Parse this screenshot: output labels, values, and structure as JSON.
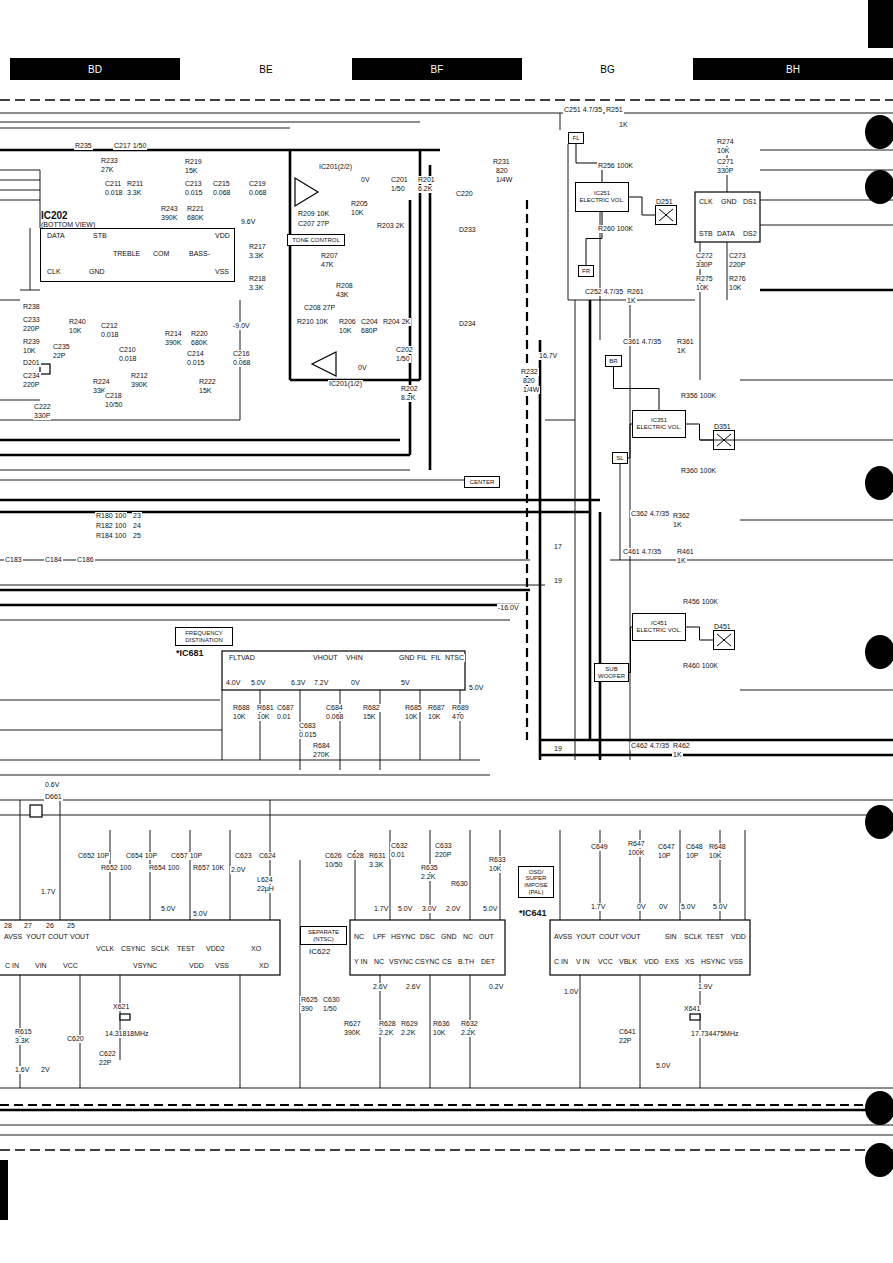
{
  "diagram": {
    "nodes": [
      {
        "text": [
          "BD"
        ]
      },
      {
        "text": [
          "BE"
        ]
      },
      {
        "text": [
          "BF"
        ]
      },
      {
        "text": [
          "BG"
        ]
      },
      {
        "text": [
          "BH"
        ]
      },
      {
        "text": [
          "IC202",
          "(BOTTOM VIEW)"
        ]
      },
      {
        "text": [
          "TONE CONTROL"
        ]
      },
      {
        "text": [
          "FL"
        ]
      },
      {
        "text": [
          "IC251",
          "ELECTRIC VOL."
        ]
      },
      {
        "text": [
          "FR"
        ]
      },
      {
        "text": [
          "D251"
        ]
      },
      {
        "text": [
          "BR"
        ]
      },
      {
        "text": [
          "IC351",
          "ELECTRIC VOL."
        ]
      },
      {
        "text": [
          "D351"
        ]
      },
      {
        "text": [
          "SL"
        ]
      },
      {
        "text": [
          "CENTER"
        ]
      },
      {
        "text": [
          "IC451",
          "ELECTRIC VOL."
        ]
      },
      {
        "text": [
          "D451"
        ]
      },
      {
        "text": [
          "SUB WOOFER"
        ]
      },
      {
        "text": [
          "FREQUENCY DISTINATION"
        ]
      },
      {
        "text": [
          "SEPARATE (NTSC)"
        ]
      },
      {
        "text": [
          "OSD/ SUPER IMPOSE (PAL)"
        ]
      }
    ],
    "edges": [
      {
        "from": 7,
        "to": 8,
        "arrow": "none"
      },
      {
        "from": 9,
        "to": 8,
        "arrow": "none"
      },
      {
        "from": 8,
        "to": 10,
        "arrow": "none"
      },
      {
        "from": 11,
        "to": 12,
        "arrow": "none"
      },
      {
        "from": 14,
        "to": 12,
        "arrow": "none"
      },
      {
        "from": 12,
        "to": 13,
        "arrow": "none"
      },
      {
        "from": 18,
        "to": 16,
        "arrow": "none"
      },
      {
        "from": 16,
        "to": 17,
        "arrow": "none"
      }
    ],
    "labels": [
      "C251 4.7/35",
      "R251",
      "1K",
      "R235",
      "C217 1/50",
      "R233",
      "27K",
      "R219",
      "15K",
      "C213",
      "0.015",
      "C211",
      "0.018",
      "R211",
      "3.3K",
      "R243",
      "390K",
      "R221",
      "680K",
      "C215",
      "0.068",
      "C219",
      "0.068",
      "9.6V",
      "R217",
      "3.3K",
      "R218",
      "3.3K",
      "-9.0V",
      "C216",
      "0.068",
      "DATA",
      "STB",
      "CLK",
      "GND",
      "TREBLE",
      "COM",
      "BASS-",
      "VDD",
      "VSS",
      "IC201(2/2)",
      "0V",
      "C201",
      "1/50",
      "R201",
      "6.2K",
      "R231",
      "820",
      "1/4W",
      "C220",
      "R209 10K",
      "C207 27P",
      "R207",
      "47K",
      "R205",
      "10K",
      "R203 2K",
      "D233",
      "D234",
      "C208 27P",
      "R210 10K",
      "R208",
      "43K",
      "R206",
      "10K",
      "C204",
      "680P",
      "R204 2K",
      "IC201(1/2)",
      "0V",
      "C202",
      "1/50",
      "R202",
      "8.2K",
      "R232",
      "820",
      "1/4W",
      "16.7V",
      "R238",
      "C233",
      "220P",
      "R239",
      "10K",
      "D201",
      "C234",
      "220P",
      "R240",
      "10K",
      "C235",
      "22P",
      "R224",
      "33K",
      "C222",
      "330P",
      "C212",
      "0.018",
      "C210",
      "0.018",
      "C218",
      "10/50",
      "R212",
      "390K",
      "R214",
      "390K",
      "R220",
      "680K",
      "C214",
      "0.015",
      "R222",
      "15K",
      "R180 100",
      "R182 100",
      "R184 100",
      "23",
      "24",
      "25",
      "C183",
      "C184",
      "C186",
      "*IC681",
      "FLTVAD",
      "VHOUT",
      "VHIN",
      "GND",
      "FIL",
      "FIL",
      "NTSC",
      "4.0V",
      "5.0V",
      "6.3V",
      "7.2V",
      "0V",
      "5V",
      "5.0V",
      "R688",
      "10K",
      "R681",
      "10K",
      "C687",
      "0.01",
      "C683",
      "0.015",
      "C684",
      "0.068",
      "R684",
      "270K",
      "R682",
      "15K",
      "R685",
      "10K",
      "R687",
      "10K",
      "R689",
      "470",
      "-16.0V",
      "17",
      "19",
      "19",
      "0.6V",
      "D661",
      "1.7V",
      "C652 10P",
      "R652 100",
      "C654 10P",
      "R654 100",
      "C657 10P",
      "R657 10K",
      "C623",
      "C624",
      "2.0V",
      "L624",
      "22µH",
      "5.0V",
      "5.0V",
      "28",
      "27",
      "26",
      "25",
      "AVSS",
      "YOUT",
      "COUT",
      "VOUT",
      "VCLK",
      "CSYNC",
      "SCLK",
      "TEST",
      "VDD2",
      "XO",
      "C IN",
      "VIN",
      "VCC",
      "VSYNC",
      "VDD",
      "VSS",
      "XD",
      "R615",
      "3.3K",
      "C620",
      "X621",
      "14.31818MHz",
      "C622",
      "22P",
      "1.6V",
      "2V",
      "NC",
      "LPF",
      "HSYNC",
      "DSC",
      "GND",
      "NC",
      "OUT",
      "Y IN",
      "NC",
      "VSYNC",
      "CSYNC",
      "CS",
      "B.TH",
      "DET",
      "1.7V",
      "5.0V",
      "3.0V",
      "2.0V",
      "5.0V",
      "2.6V",
      "2.6V",
      "0.2V",
      "C626",
      "10/50",
      "C628",
      "R631",
      "3.3K",
      "C632",
      "0.01",
      "R635",
      "2.2K",
      "C633",
      "220P",
      "R630",
      "R633",
      "10K",
      "R625",
      "390",
      "C630",
      "1/50",
      "R627",
      "390K",
      "R628",
      "2.2K",
      "R629",
      "2.2K",
      "R636",
      "10K",
      "R632",
      "2.2K",
      "*IC641",
      "AVSS",
      "YOUT",
      "COUT",
      "VOUT",
      "SIN",
      "SCLK",
      "TEST",
      "VDD",
      "C IN",
      "V IN",
      "VCC",
      "VBLK",
      "VDD",
      "EXS",
      "XS",
      "HSYNC",
      "VSS",
      "1.7V",
      "0V",
      "0V",
      "5.0V",
      "5.0V",
      "1.0V",
      "1.9V",
      "5.0V",
      "C649",
      "R647",
      "100K",
      "C647",
      "10P",
      "C648",
      "10P",
      "R648",
      "10K",
      "X641",
      "17.734475MHz",
      "C641",
      "22P",
      "R274",
      "10K",
      "C271",
      "330P",
      "CLK",
      "GND",
      "DS1",
      "STB",
      "DATA",
      "DS2",
      "C272",
      "330P",
      "R275",
      "10K",
      "C273",
      "220P",
      "R276",
      "10K",
      "R256 100K",
      "R260 100K",
      "C252 4.7/35",
      "R261",
      "1K",
      "C361 4.7/35",
      "R361",
      "1K",
      "R356 100K",
      "R360 100K",
      "C362 4.7/35",
      "R362",
      "1K",
      "C461 4.7/35",
      "R461",
      "1K",
      "R456 100K",
      "R460 100K",
      "C462 4.7/35",
      "R462",
      "1K",
      "IC622"
    ]
  }
}
